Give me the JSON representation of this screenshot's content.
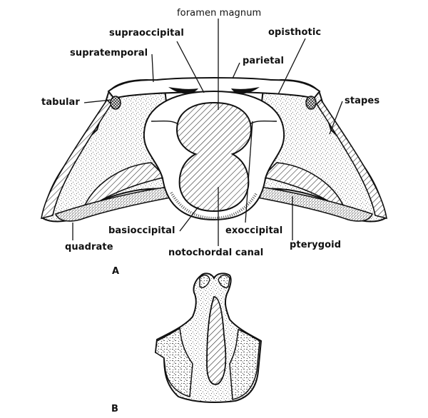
{
  "figure": {
    "panels": [
      {
        "id": "A",
        "label": "A"
      },
      {
        "id": "B",
        "label": "B"
      }
    ],
    "labels": {
      "foramen_magnum": "foramen magnum",
      "supraoccipital": "supraoccipital",
      "opisthotic": "opisthotic",
      "supratemporal": "supratemporal",
      "parietal": "parietal",
      "tabular": "tabular",
      "stapes": "stapes",
      "basioccipital": "basioccipital",
      "exoccipital": "exoccipital",
      "quadrate": "quadrate",
      "pterygoid": "pterygoid",
      "notochordal_canal": "notochordal canal"
    },
    "colors": {
      "ink": "#111111",
      "background": "#ffffff",
      "stipple": "#444444"
    }
  }
}
